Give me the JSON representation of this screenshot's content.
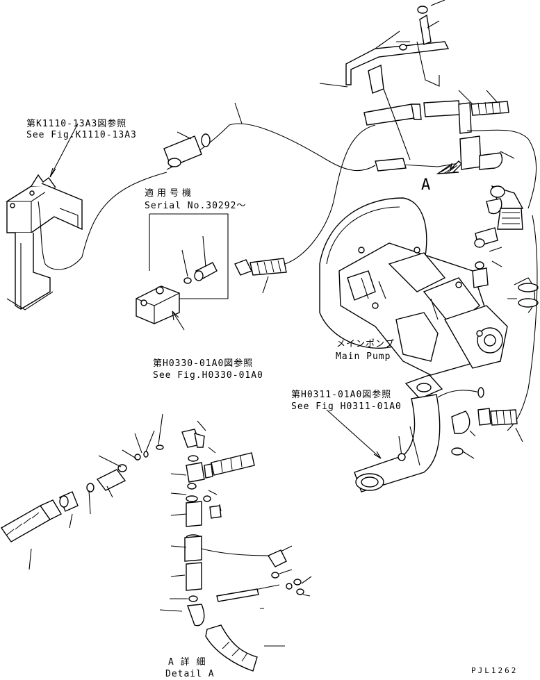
{
  "labels": {
    "ref_k1110_jp": "第K1110-13A3図参照",
    "ref_k1110_en": "See Fig.K1110-13A3",
    "serial_jp": "適用号機",
    "serial_en": "Serial No.30292～",
    "ref_h0330_jp": "第H0330-01A0図参照",
    "ref_h0330_en": "See Fig.H0330-01A0",
    "main_pump_jp": "メインポンプ",
    "main_pump_en": "Main Pump",
    "ref_h0311_jp": "第H0311-01A0図参照",
    "ref_h0311_en": "See Fig H0311-01A0",
    "view_marker": "A",
    "detail_jp": "A 詳 細",
    "detail_en": "Detail A",
    "drawing_code": "PJL1262"
  }
}
